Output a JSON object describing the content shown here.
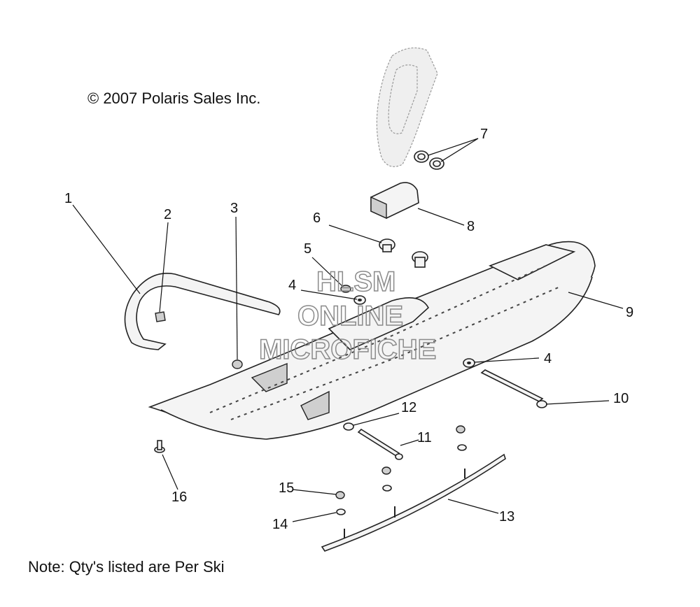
{
  "copyright": "© 2007 Polaris Sales Inc.",
  "note": "Note: Qty's listed are Per Ski",
  "watermark": [
    "HLSM",
    "ONLINE",
    "MICROFICHE"
  ],
  "callouts": [
    "1",
    "2",
    "3",
    "4",
    "5",
    "6",
    "7",
    "8",
    "9",
    "4",
    "10",
    "11",
    "12",
    "13",
    "14",
    "15",
    "16"
  ]
}
